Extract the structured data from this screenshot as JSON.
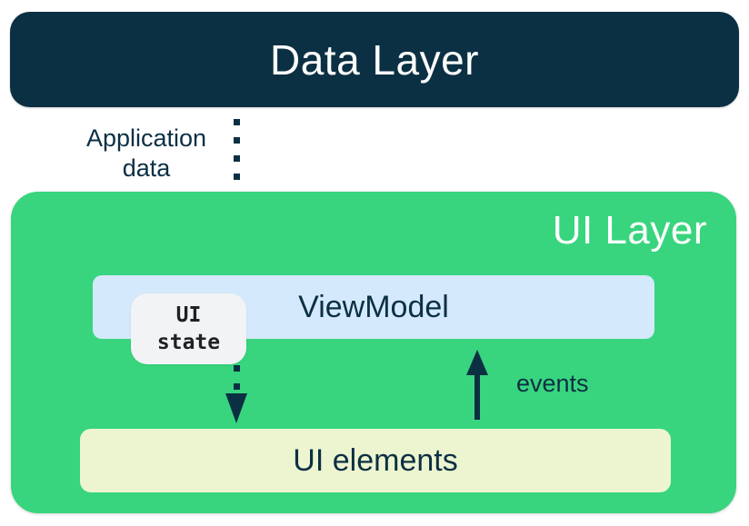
{
  "colors": {
    "navy": "#0c3043",
    "green": "#38d57e",
    "blue": "#d4e9fb",
    "lime": "#edf5d0",
    "chip": "#f1f3f4",
    "chip_text": "#202124",
    "white": "#ffffff"
  },
  "diagram": {
    "data_layer": {
      "label": "Data Layer"
    },
    "flows": {
      "application_data": "Application\ndata",
      "events": "events"
    },
    "ui_layer": {
      "label": "UI Layer",
      "viewmodel_label": "ViewModel",
      "ui_state_label": "UI\nstate",
      "ui_elements_label": "UI elements"
    }
  }
}
